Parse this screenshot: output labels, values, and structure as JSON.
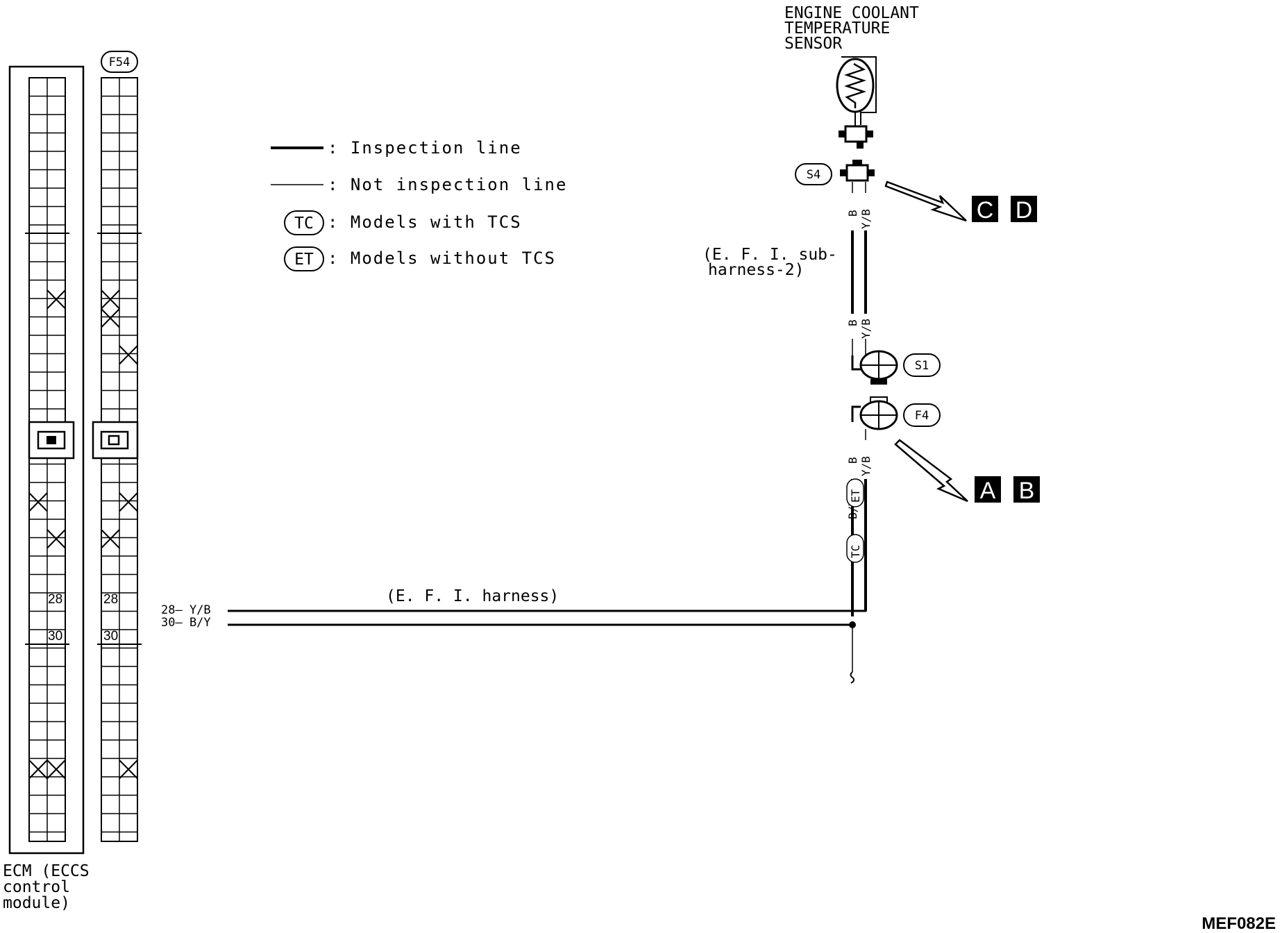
{
  "sensor": {
    "title_lines": [
      "ENGINE COOLANT",
      "TEMPERATURE",
      "SENSOR"
    ]
  },
  "ecm": {
    "label_lines": [
      "ECM (ECCS",
      "control",
      "module)"
    ],
    "pins": [
      "28",
      "30"
    ]
  },
  "connectors": {
    "f54": "F54",
    "s4": "S4",
    "s1": "S1",
    "f4": "F4",
    "tc": "TC",
    "et": "ET"
  },
  "legend": [
    {
      "symbol": "thick-line",
      "text": ": Inspection line"
    },
    {
      "symbol": "thin-line",
      "text": ": Not inspection line"
    },
    {
      "symbol": "circle",
      "code": "TC",
      "text": ": Models with TCS"
    },
    {
      "symbol": "circle",
      "code": "ET",
      "text": ": Models without TCS"
    }
  ],
  "harness": {
    "main": "(E. F. I.  harness)",
    "sub_lines": [
      "(E. F. I.  sub-",
      "harness-2)"
    ]
  },
  "wires": [
    {
      "pin": "28",
      "color": "Y/B",
      "label": "28— Y/B"
    },
    {
      "pin": "30",
      "color": "B/Y",
      "label": "30— B/Y"
    }
  ],
  "wire_codes": {
    "b": "B",
    "yb": "Y/B",
    "by": "B/Y"
  },
  "badges": {
    "upper": [
      "C",
      "D"
    ],
    "lower": [
      "A",
      "B"
    ]
  },
  "figure_code": "MEF082E"
}
